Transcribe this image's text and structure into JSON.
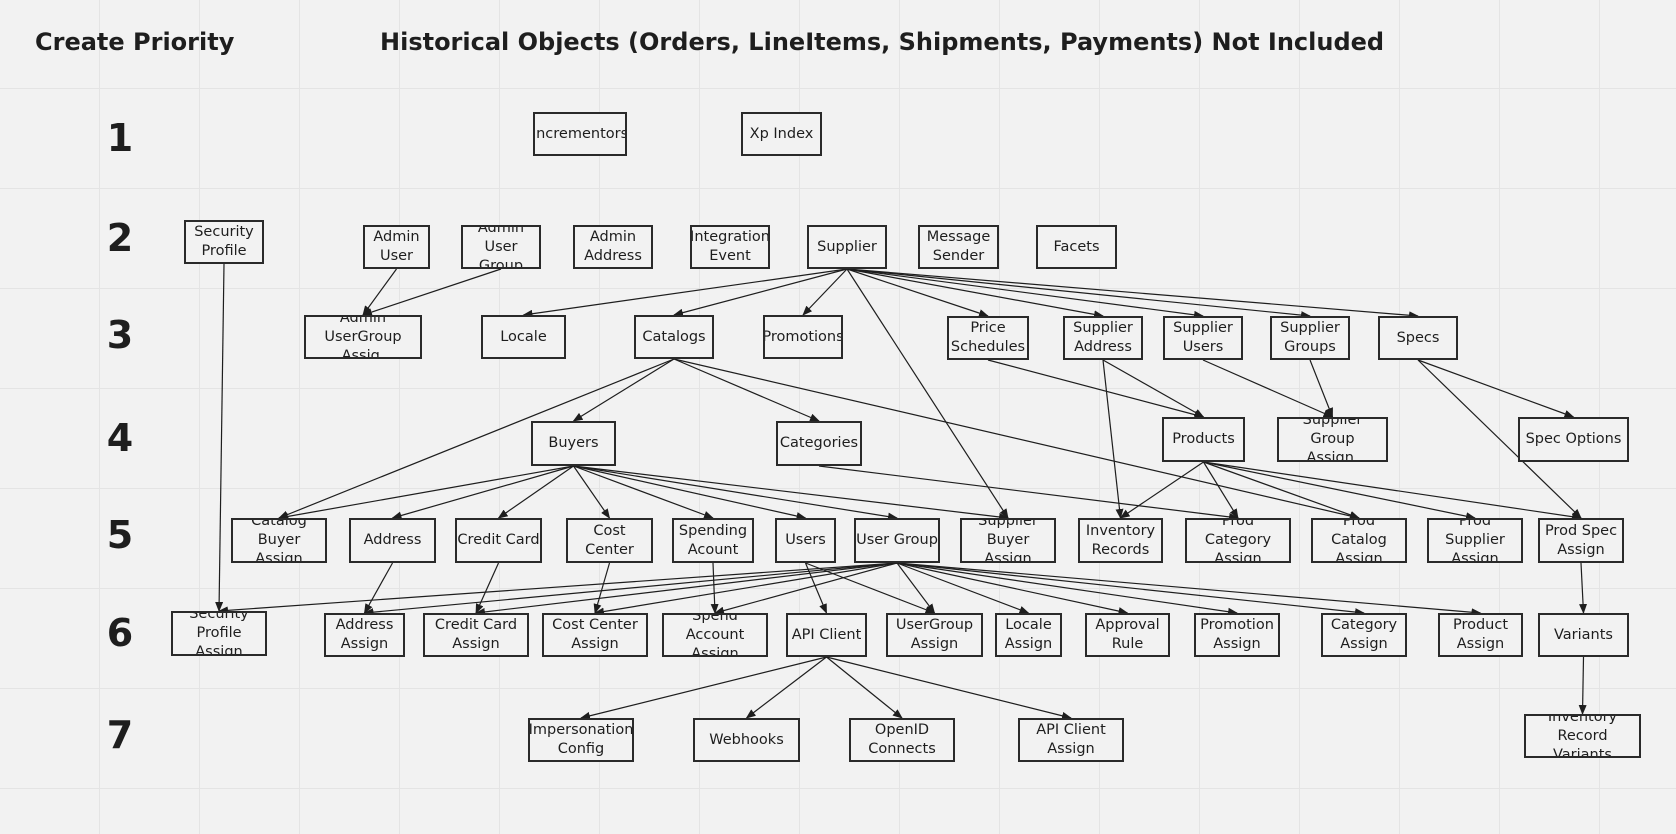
{
  "title": "Create Priority",
  "subtitle": "Historical Objects (Orders, LineItems, Shipments, Payments) Not Included",
  "levels": [
    "1",
    "2",
    "3",
    "4",
    "5",
    "6",
    "7"
  ],
  "nodes": [
    {
      "id": "incrementors",
      "label": "Incrementors"
    },
    {
      "id": "xp-index",
      "label": "Xp Index"
    },
    {
      "id": "security-profile",
      "label": "Security\nProfile"
    },
    {
      "id": "admin-user",
      "label": "Admin\nUser"
    },
    {
      "id": "admin-user-group",
      "label": "Admin User\nGroup"
    },
    {
      "id": "admin-address",
      "label": "Admin\nAddress"
    },
    {
      "id": "integration-event",
      "label": "Integration\nEvent"
    },
    {
      "id": "supplier",
      "label": "Supplier"
    },
    {
      "id": "message-sender",
      "label": "Message\nSender"
    },
    {
      "id": "facets",
      "label": "Facets"
    },
    {
      "id": "admin-usergroup-assig",
      "label": "Admin\nUserGroup Assig."
    },
    {
      "id": "locale",
      "label": "Locale"
    },
    {
      "id": "catalogs",
      "label": "Catalogs"
    },
    {
      "id": "promotions",
      "label": "Promotions"
    },
    {
      "id": "price-schedules",
      "label": "Price\nSchedules"
    },
    {
      "id": "supplier-address",
      "label": "Supplier\nAddress"
    },
    {
      "id": "supplier-users",
      "label": "Supplier\nUsers"
    },
    {
      "id": "supplier-groups",
      "label": "Supplier\nGroups"
    },
    {
      "id": "specs",
      "label": "Specs"
    },
    {
      "id": "buyers",
      "label": "Buyers"
    },
    {
      "id": "categories",
      "label": "Categories"
    },
    {
      "id": "products",
      "label": "Products"
    },
    {
      "id": "supplier-group-assign",
      "label": "Supplier Group\nAssign."
    },
    {
      "id": "spec-options",
      "label": "Spec Options"
    },
    {
      "id": "catalog-buyer-assign",
      "label": "Catalog Buyer\nAssign"
    },
    {
      "id": "address",
      "label": "Address"
    },
    {
      "id": "credit-card",
      "label": "Credit Card"
    },
    {
      "id": "cost-center",
      "label": "Cost Center"
    },
    {
      "id": "spending-acount",
      "label": "Spending\nAcount"
    },
    {
      "id": "users",
      "label": "Users"
    },
    {
      "id": "user-group",
      "label": "User Group"
    },
    {
      "id": "supplier-buyer-assign",
      "label": "Supplier\nBuyer Assign"
    },
    {
      "id": "inventory-records",
      "label": "Inventory\nRecords"
    },
    {
      "id": "prod-category-assign",
      "label": "Prod Category\nAssign"
    },
    {
      "id": "prod-catalog-assign",
      "label": "Prod Catalog\nAssign"
    },
    {
      "id": "prod-supplier-assign",
      "label": "Prod Supplier\nAssign"
    },
    {
      "id": "prod-spec-assign",
      "label": "Prod Spec\nAssign"
    },
    {
      "id": "security-profile-assign",
      "label": "Security\nProfile Assign"
    },
    {
      "id": "address-assign",
      "label": "Address\nAssign"
    },
    {
      "id": "credit-card-assign",
      "label": "Credit Card\nAssign"
    },
    {
      "id": "cost-center-assign",
      "label": "Cost Center\nAssign"
    },
    {
      "id": "spend-account-assign",
      "label": "Spend Account\nAssign"
    },
    {
      "id": "api-client",
      "label": "API Client"
    },
    {
      "id": "usergroup-assign",
      "label": "UserGroup\nAssign"
    },
    {
      "id": "locale-assign",
      "label": "Locale\nAssign"
    },
    {
      "id": "approval-rule",
      "label": "Approval\nRule"
    },
    {
      "id": "promotion-assign",
      "label": "Promotion\nAssign"
    },
    {
      "id": "category-assign",
      "label": "Category\nAssign"
    },
    {
      "id": "product-assign",
      "label": "Product\nAssign"
    },
    {
      "id": "variants",
      "label": "Variants"
    },
    {
      "id": "impersonation-config",
      "label": "Impersonation\nConfig"
    },
    {
      "id": "webhooks",
      "label": "Webhooks"
    },
    {
      "id": "openid-connects",
      "label": "OpenID\nConnects"
    },
    {
      "id": "api-client-assign",
      "label": "API Client\nAssign"
    },
    {
      "id": "inventory-record-variants",
      "label": "Inventory Record\nVariants"
    }
  ],
  "edges": [
    [
      "admin-user",
      "admin-usergroup-assig"
    ],
    [
      "admin-user-group",
      "admin-usergroup-assig"
    ],
    [
      "supplier",
      "locale"
    ],
    [
      "supplier",
      "catalogs"
    ],
    [
      "supplier",
      "promotions"
    ],
    [
      "supplier",
      "price-schedules"
    ],
    [
      "supplier",
      "supplier-address"
    ],
    [
      "supplier",
      "supplier-users"
    ],
    [
      "supplier",
      "supplier-groups"
    ],
    [
      "supplier",
      "specs"
    ],
    [
      "supplier",
      "supplier-buyer-assign"
    ],
    [
      "security-profile",
      "security-profile-assign"
    ],
    [
      "catalogs",
      "buyers"
    ],
    [
      "catalogs",
      "categories"
    ],
    [
      "catalogs",
      "catalog-buyer-assign"
    ],
    [
      "catalogs",
      "prod-catalog-assign"
    ],
    [
      "price-schedules",
      "products"
    ],
    [
      "supplier-address",
      "products"
    ],
    [
      "supplier-address",
      "inventory-records"
    ],
    [
      "supplier-users",
      "supplier-group-assign"
    ],
    [
      "supplier-groups",
      "supplier-group-assign"
    ],
    [
      "specs",
      "spec-options"
    ],
    [
      "specs",
      "prod-spec-assign"
    ],
    [
      "buyers",
      "catalog-buyer-assign"
    ],
    [
      "buyers",
      "address"
    ],
    [
      "buyers",
      "credit-card"
    ],
    [
      "buyers",
      "cost-center"
    ],
    [
      "buyers",
      "spending-acount"
    ],
    [
      "buyers",
      "users"
    ],
    [
      "buyers",
      "user-group"
    ],
    [
      "buyers",
      "supplier-buyer-assign"
    ],
    [
      "categories",
      "prod-category-assign"
    ],
    [
      "products",
      "inventory-records"
    ],
    [
      "products",
      "prod-category-assign"
    ],
    [
      "products",
      "prod-catalog-assign"
    ],
    [
      "products",
      "prod-supplier-assign"
    ],
    [
      "products",
      "prod-spec-assign"
    ],
    [
      "address",
      "address-assign"
    ],
    [
      "credit-card",
      "credit-card-assign"
    ],
    [
      "cost-center",
      "cost-center-assign"
    ],
    [
      "spending-acount",
      "spend-account-assign"
    ],
    [
      "users",
      "api-client"
    ],
    [
      "users",
      "usergroup-assign"
    ],
    [
      "user-group",
      "security-profile-assign"
    ],
    [
      "user-group",
      "address-assign"
    ],
    [
      "user-group",
      "credit-card-assign"
    ],
    [
      "user-group",
      "cost-center-assign"
    ],
    [
      "user-group",
      "spend-account-assign"
    ],
    [
      "user-group",
      "usergroup-assign"
    ],
    [
      "user-group",
      "locale-assign"
    ],
    [
      "user-group",
      "approval-rule"
    ],
    [
      "user-group",
      "promotion-assign"
    ],
    [
      "user-group",
      "category-assign"
    ],
    [
      "user-group",
      "product-assign"
    ],
    [
      "prod-spec-assign",
      "variants"
    ],
    [
      "api-client",
      "impersonation-config"
    ],
    [
      "api-client",
      "webhooks"
    ],
    [
      "api-client",
      "openid-connects"
    ],
    [
      "api-client",
      "api-client-assign"
    ],
    [
      "variants",
      "inventory-record-variants"
    ]
  ]
}
